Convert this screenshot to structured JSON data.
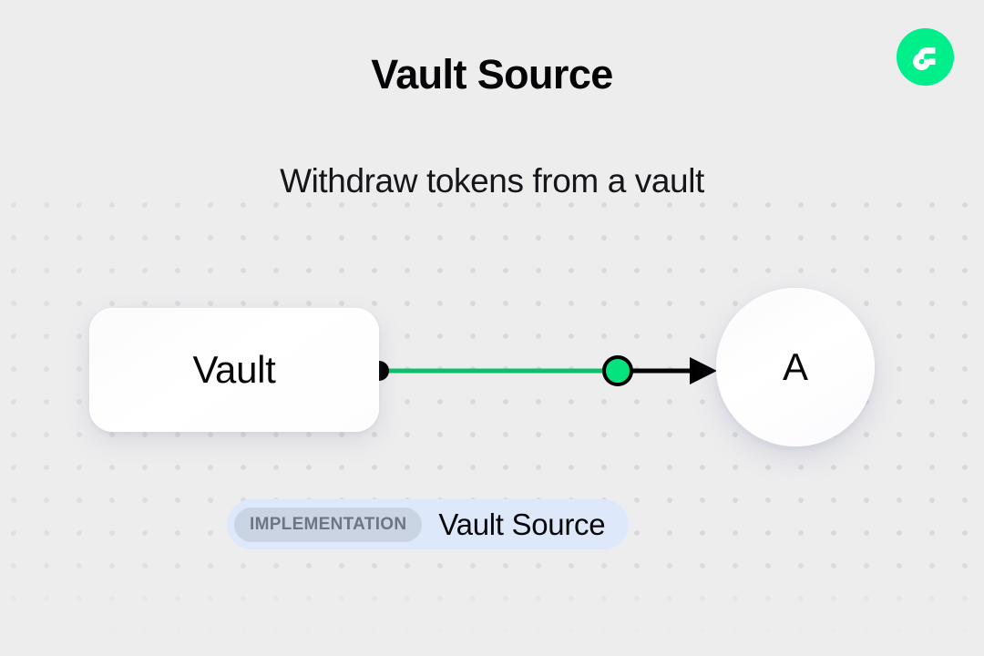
{
  "header": {
    "title": "Vault Source",
    "subtitle": "Withdraw tokens from a vault"
  },
  "brand": {
    "logo_icon": "flow-logo-icon",
    "logo_bg_color": "#00EF8B",
    "logo_mark_color": "#FFFFFF"
  },
  "diagram": {
    "background": {
      "color": "#EDEDEE",
      "pattern": "dot-grid",
      "dot_color": "#D8D8DA"
    },
    "nodes": [
      {
        "id": "vault",
        "shape": "rounded-rect",
        "label": "Vault",
        "port_icon": "source-port-dot",
        "port_color": "#000000"
      },
      {
        "id": "a",
        "shape": "circle",
        "label": "A"
      }
    ],
    "edge": {
      "from": "vault",
      "to": "a",
      "handle_icon": "edge-handle-dot",
      "handle_color": "#05E37F",
      "line_color": "#000000",
      "arrow_icon": "arrow-head-icon"
    }
  },
  "badge": {
    "tag_label": "IMPLEMENTATION",
    "name": "Vault Source",
    "container_color": "#DDE9FB",
    "tag_color": "#CAD4E2",
    "tag_text_color": "#6E7684"
  }
}
